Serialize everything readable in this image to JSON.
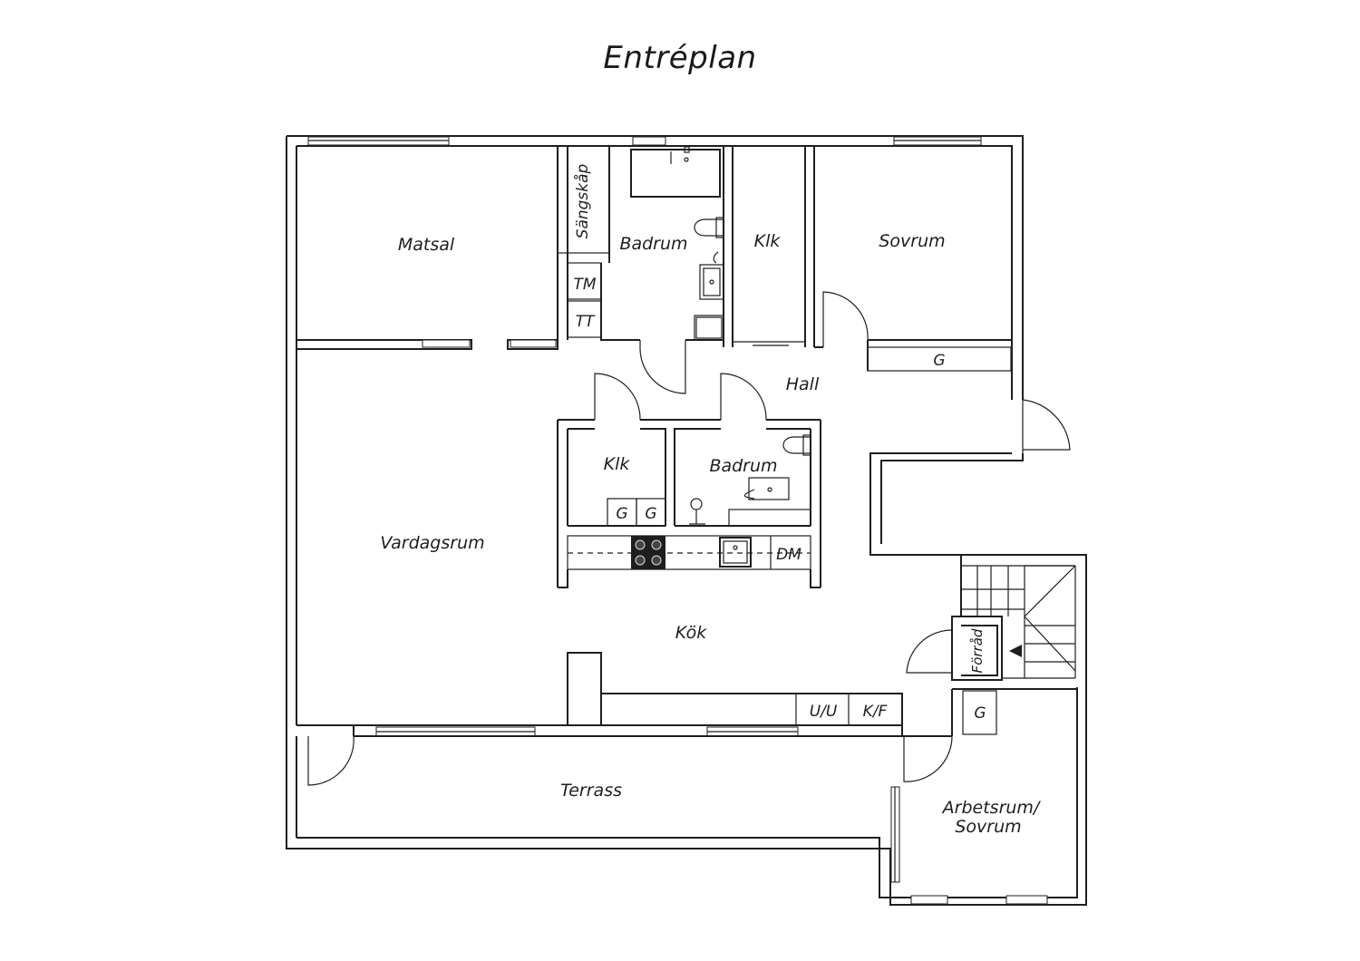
{
  "title": "Entréplan",
  "rooms": {
    "matsal": "Matsal",
    "sangskap": "Sängskåp",
    "tm": "TM",
    "tt": "TT",
    "badrum_upper": "Badrum",
    "klk_upper": "Klk",
    "sovrum": "Sovrum",
    "g_hall": "G",
    "hall": "Hall",
    "klk_mid": "Klk",
    "g1": "G",
    "g2": "G",
    "badrum_mid": "Badrum",
    "vardagsrum": "Vardagsrum",
    "dm": "DM",
    "kok": "Kök",
    "forrad": "Förråd",
    "uu": "U/U",
    "kf": "K/F",
    "g_arbets": "G",
    "terrass": "Terrass",
    "arbetsrum_line1": "Arbetsrum/",
    "arbetsrum_line2": "Sovrum"
  }
}
